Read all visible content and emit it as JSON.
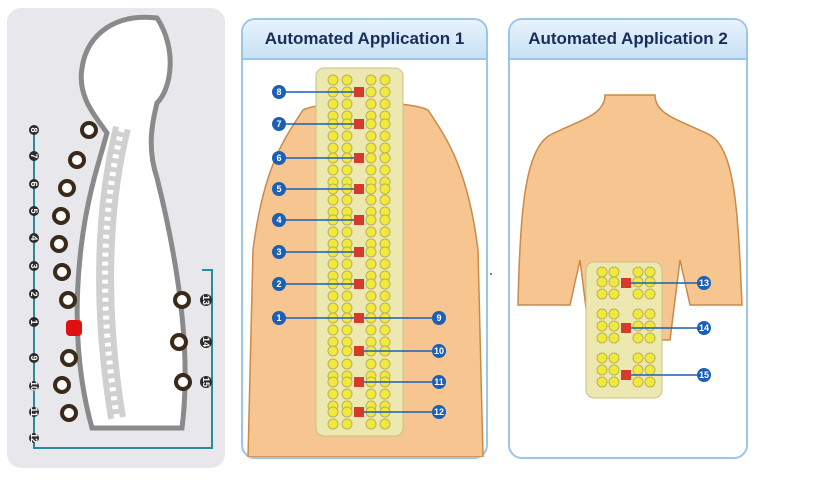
{
  "app1": {
    "title": "Automated Application 1"
  },
  "app2": {
    "title": "Automated Application 2"
  },
  "left_panel": {
    "labels_column": [
      "8",
      "7",
      "6",
      "5",
      "4",
      "3",
      "2",
      "1",
      "9",
      "10",
      "11",
      "12"
    ],
    "right_labels": [
      "13",
      "14",
      "15"
    ]
  },
  "app1_left_points": [
    "8",
    "7",
    "6",
    "5",
    "4",
    "3",
    "2",
    "1"
  ],
  "app1_right_points": [
    "9",
    "10",
    "11",
    "12"
  ],
  "app2_points": [
    "13",
    "14",
    "15"
  ],
  "colors": {
    "skin": "#f7c58f",
    "accent_blue": "#1c5fb4",
    "node_red": "#d63a2a",
    "electrode_yellow": "#f2ea3a"
  }
}
